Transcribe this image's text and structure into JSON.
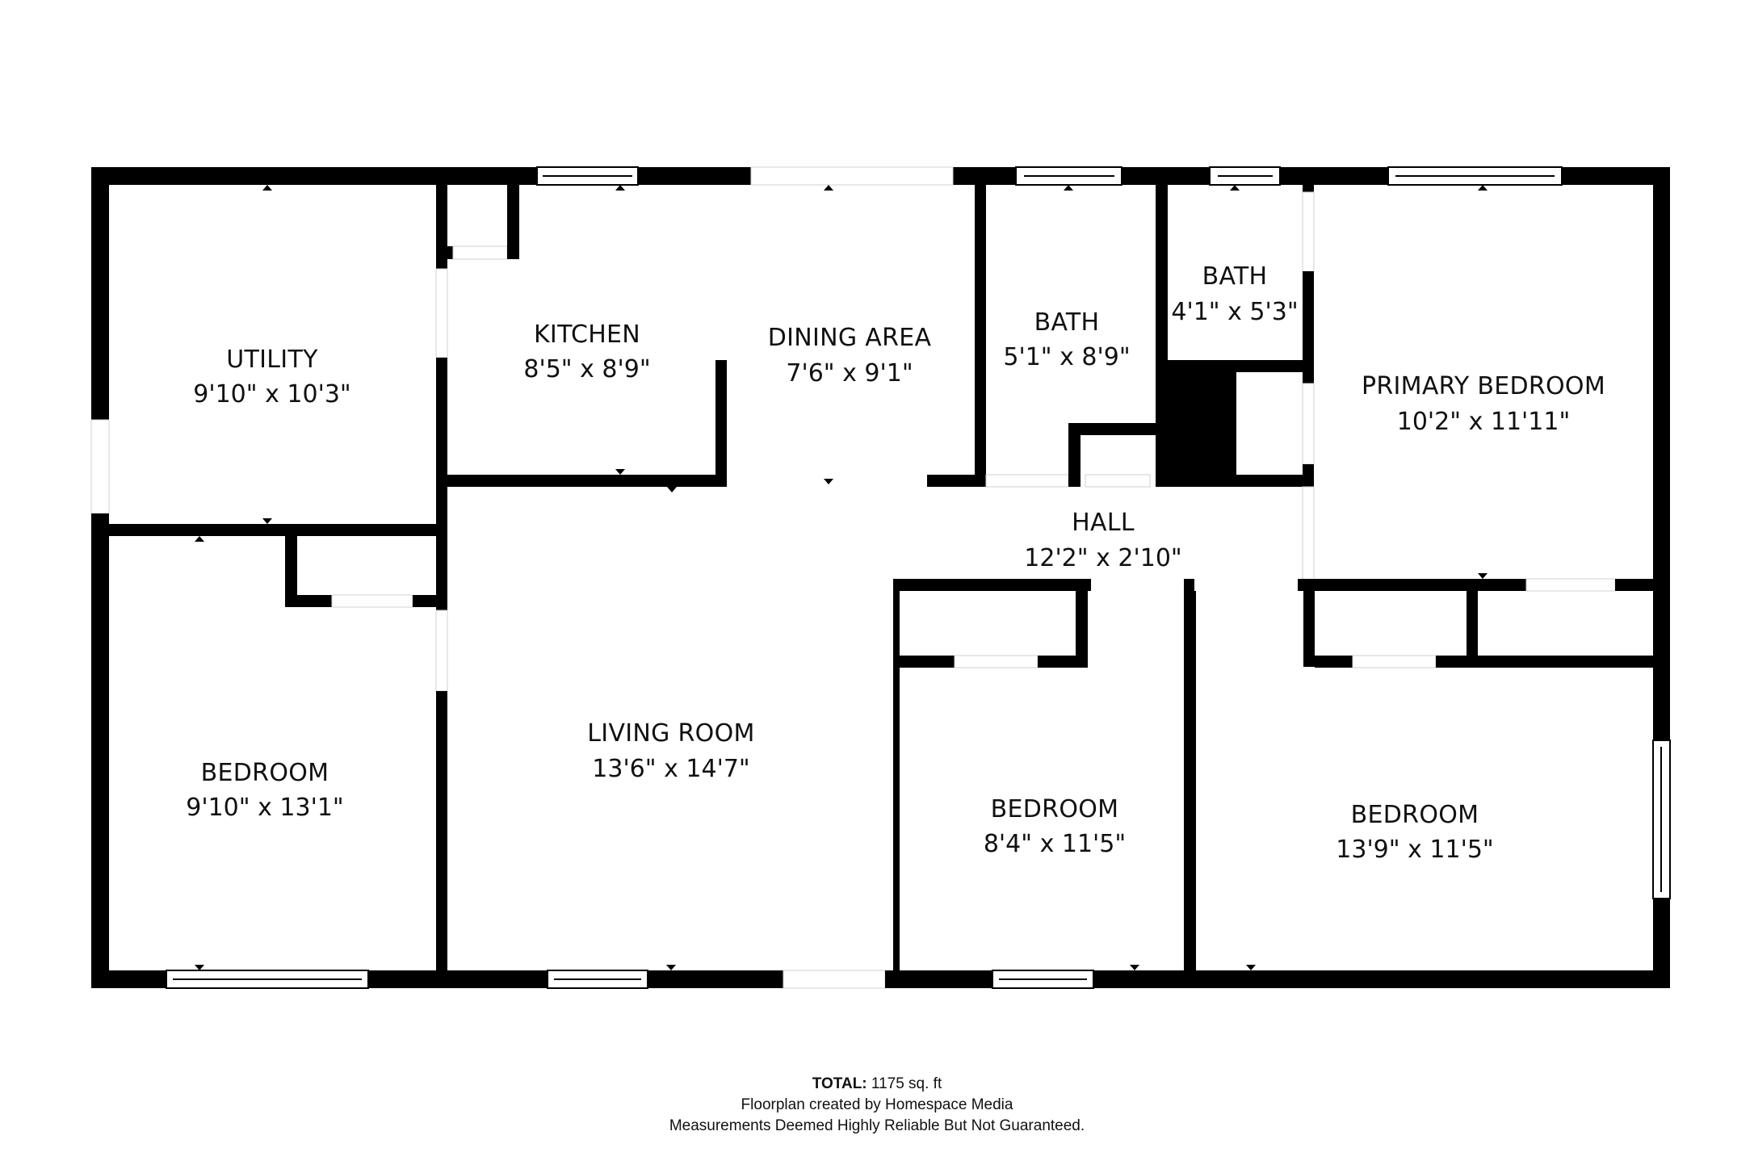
{
  "floorplan": {
    "colors": {
      "wall": "#000000",
      "background": "#ffffff",
      "text": "#111111"
    },
    "rooms": [
      {
        "name": "UTILITY",
        "dimensions": "9'10\" x 10'3\""
      },
      {
        "name": "KITCHEN",
        "dimensions": "8'5\" x 8'9\""
      },
      {
        "name": "DINING AREA",
        "dimensions": "7'6\" x 9'1\""
      },
      {
        "name": "BATH",
        "dimensions": "5'1\" x 8'9\""
      },
      {
        "name": "BATH",
        "dimensions": "4'1\" x 5'3\""
      },
      {
        "name": "PRIMARY BEDROOM",
        "dimensions": "10'2\" x 11'11\""
      },
      {
        "name": "HALL",
        "dimensions": "12'2\" x 2'10\""
      },
      {
        "name": "BEDROOM",
        "dimensions": "9'10\" x 13'1\""
      },
      {
        "name": "LIVING ROOM",
        "dimensions": "13'6\" x 14'7\""
      },
      {
        "name": "BEDROOM",
        "dimensions": "8'4\" x 11'5\""
      },
      {
        "name": "BEDROOM",
        "dimensions": "13'9\" x 11'5\""
      }
    ]
  },
  "footer": {
    "total_label": "TOTAL:",
    "total_value": "1175 sq. ft",
    "credit": "Floorplan created by Homespace Media",
    "disclaimer": "Measurements Deemed Highly Reliable But Not Guaranteed."
  }
}
